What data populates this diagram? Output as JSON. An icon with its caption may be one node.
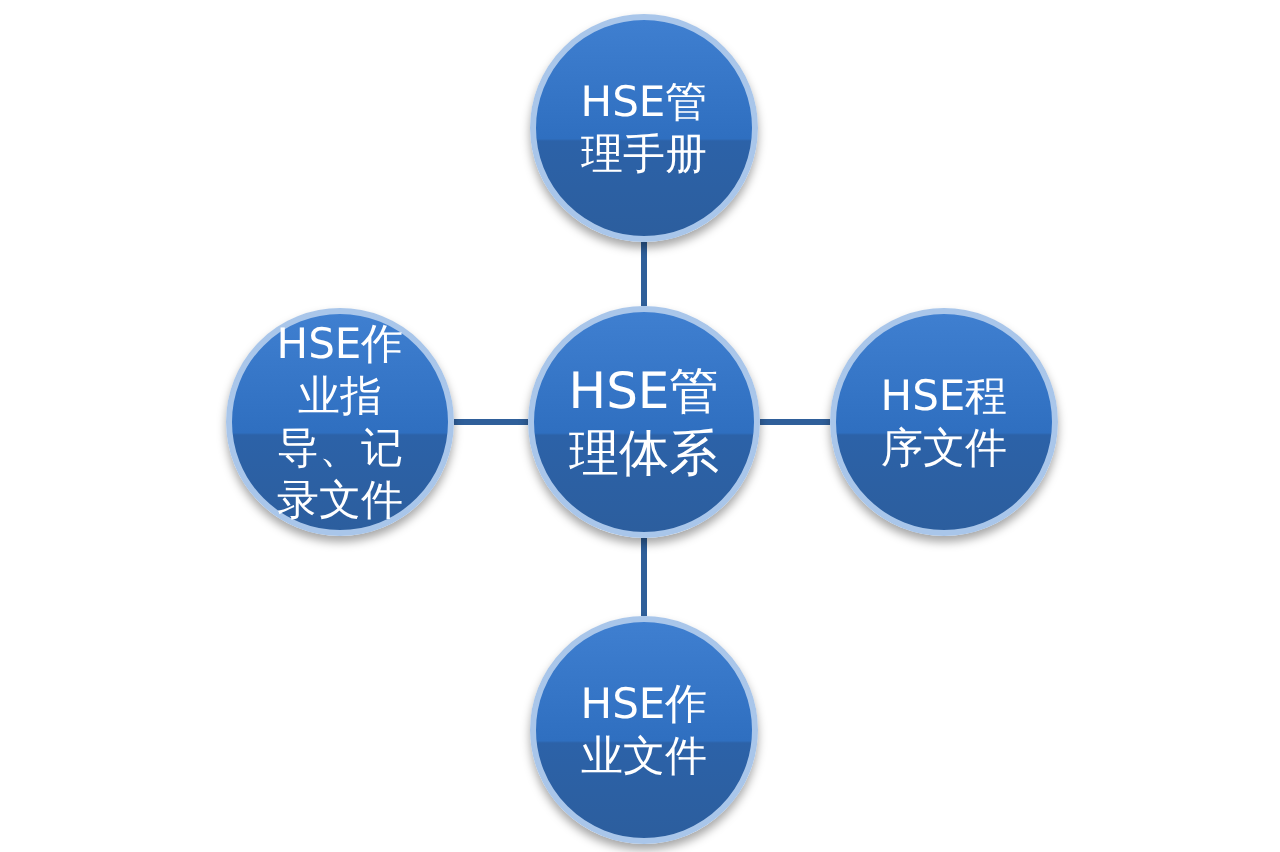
{
  "diagram": {
    "nodes": [
      {
        "text": [
          "HSE管理体系"
        ]
      },
      {
        "text": [
          "HSE管理手册"
        ]
      },
      {
        "text": [
          "HSE作业指导、记录文件"
        ]
      },
      {
        "text": [
          "HSE程序文件"
        ]
      },
      {
        "text": [
          "HSE作业文件"
        ]
      }
    ],
    "edges": [
      {
        "from": 0,
        "to": 1,
        "arrow": "none"
      },
      {
        "from": 0,
        "to": 2,
        "arrow": "none"
      },
      {
        "from": 0,
        "to": 3,
        "arrow": "none"
      },
      {
        "from": 0,
        "to": 4,
        "arrow": "none"
      }
    ]
  }
}
